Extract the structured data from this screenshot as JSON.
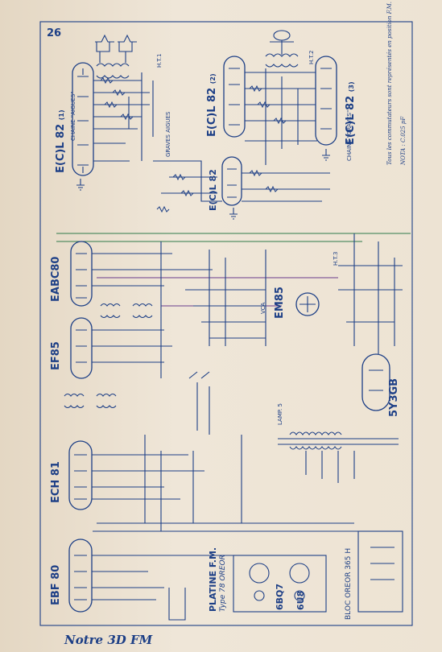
{
  "page": {
    "number": "26",
    "caption": "Notre 3D FM"
  },
  "tubes": {
    "ecl82_1": "E(C)L 82",
    "ecl82_1_sub": "(1)",
    "ecl82_2": "E(C)L 82",
    "ecl82_2_sub": "(2)",
    "ecl82_3": "E(C)L 82",
    "ecl82_3_sub": "(3)",
    "eabc80": "EABC80",
    "ef85": "EF85",
    "ech81": "ECH 81",
    "ebf80": "EBF 80",
    "em85": "EM85",
    "y3gb": "5Y3GB",
    "b6bq7": "6BQ7",
    "b6u8": "6U8"
  },
  "labels": {
    "chaine_aigues": "CHAINE \"AIGUES\"",
    "chaine_graves": "CHAINE \"GRAVES\"",
    "platine_fm": "PLATINE F.M.",
    "platine_type": "Type 78 OREOR",
    "bloc_oreor": "BLOC OREOR 365 H",
    "lamp": "LAMP. 5",
    "graves_aigues": "GRAVES AIGUES",
    "cr_note": "Tous les commutateurs sont représentés en position F.M.",
    "nota_note": "NOTA : C.025 pF",
    "cav_label": "VCA",
    "ht1": "H.T.1",
    "ht2": "H.T.2",
    "ht3": "H.T.3"
  },
  "colors": {
    "ink": "#1d3f86",
    "green": "#2f7a4a",
    "purple": "#6a3c8c",
    "paper": "#ede3d3"
  }
}
